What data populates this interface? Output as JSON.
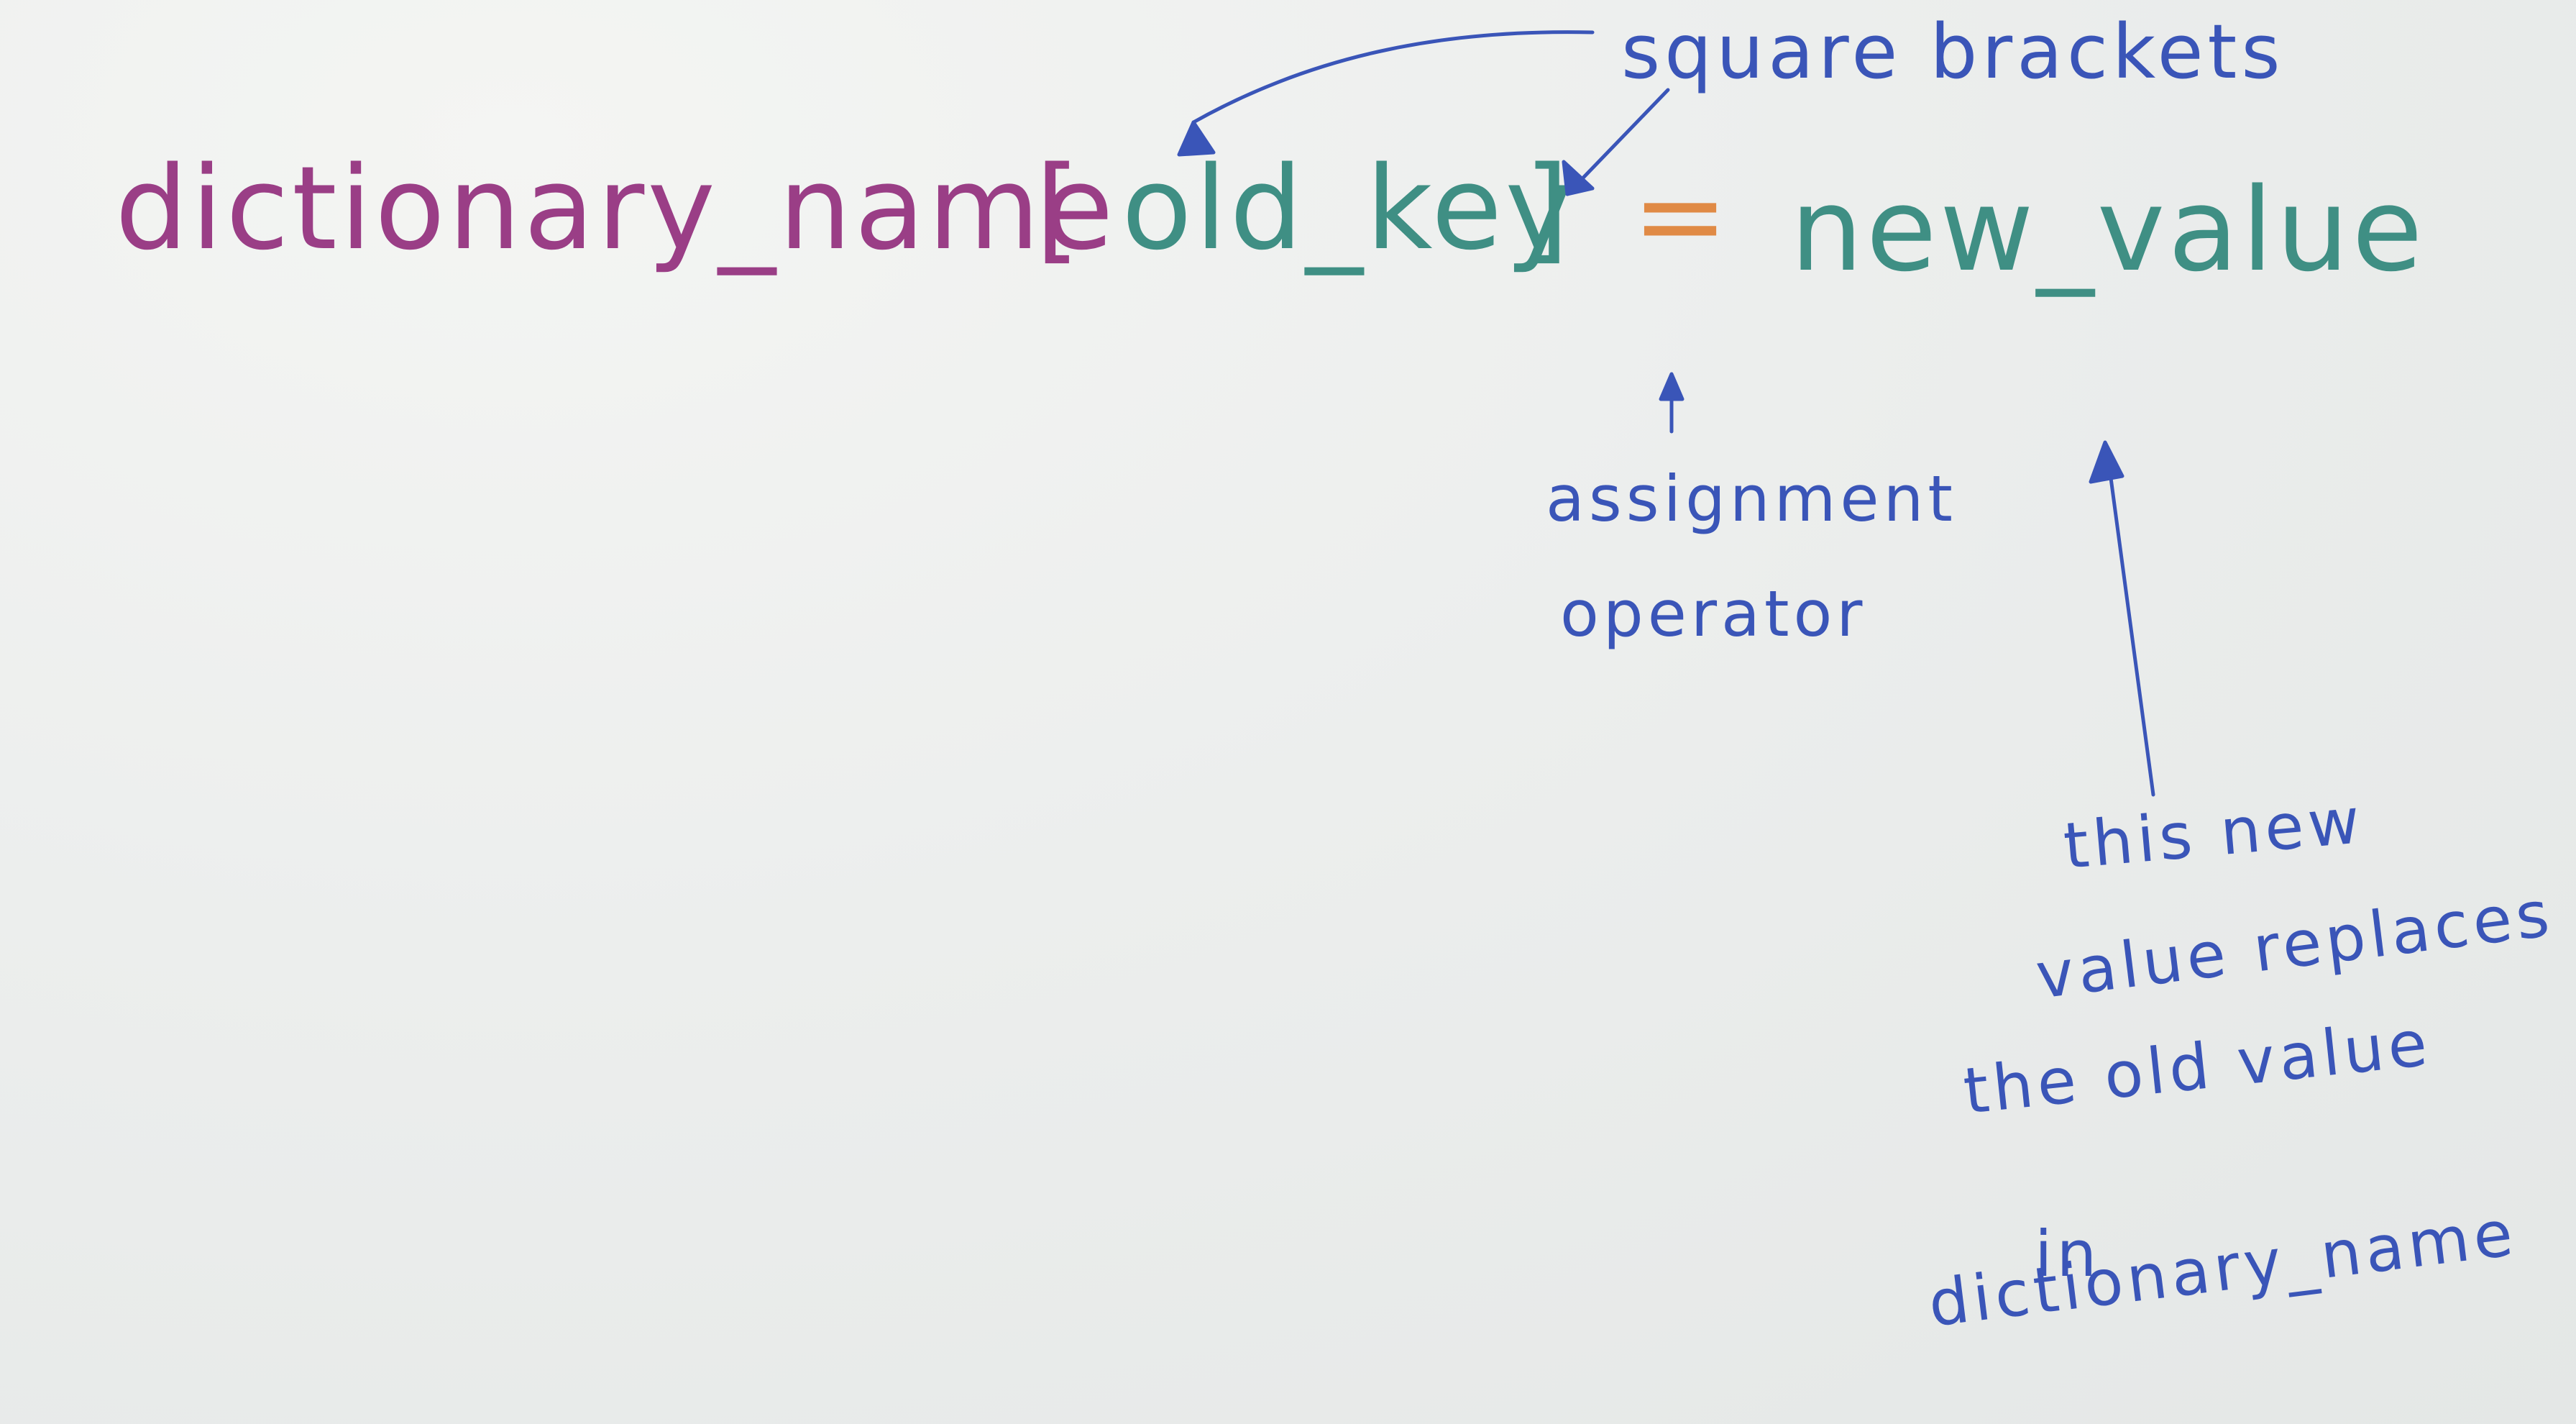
{
  "code_line": {
    "dictionary_name": "dictionary_name",
    "open_bracket": "[",
    "key": "old_key",
    "close_bracket": "]",
    "operator": "=",
    "value": "new_value"
  },
  "annotations": {
    "square_brackets": "square brackets",
    "assignment_operator": [
      "assignment",
      "operator"
    ],
    "replaces_note": [
      "this new",
      "value replaces",
      "the old value",
      "in",
      "dictionary_name"
    ]
  },
  "colors": {
    "name_ink": "#9a3e86",
    "key_ink": "#3f8f84",
    "operator_ink": "#e08a45",
    "annotation_ink": "#3a55b8",
    "paper": "#eceeed"
  }
}
